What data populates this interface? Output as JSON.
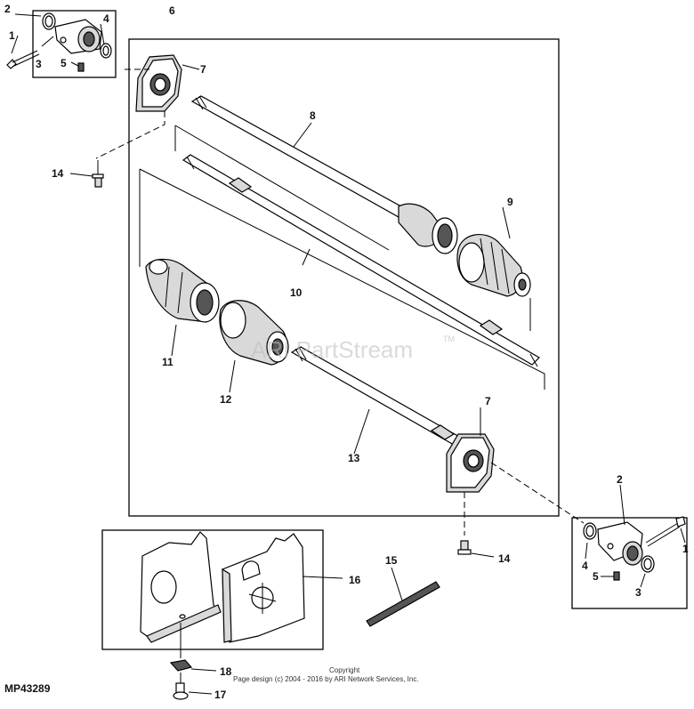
{
  "figure_code": "MP43289",
  "copyright_line1": "Copyright",
  "copyright_line2": "Page design (c) 2004 - 2016 by ARI Network Services, Inc.",
  "watermark": "ARI PartStream",
  "watermark_tm": "TM",
  "callouts": {
    "c1_left": "1",
    "c2_left": "2",
    "c3_left": "3",
    "c4_left": "4",
    "c5_left": "5",
    "c6": "6",
    "c7_top": "7",
    "c8": "8",
    "c9": "9",
    "c10": "10",
    "c11": "11",
    "c12": "12",
    "c13": "13",
    "c14_left": "14",
    "c7_bottom": "7",
    "c14_right": "14",
    "c2_right": "2",
    "c1_right": "1",
    "c4_right": "4",
    "c5_right": "5",
    "c3_right": "3",
    "c15": "15",
    "c16": "16",
    "c17": "17",
    "c18": "18"
  }
}
